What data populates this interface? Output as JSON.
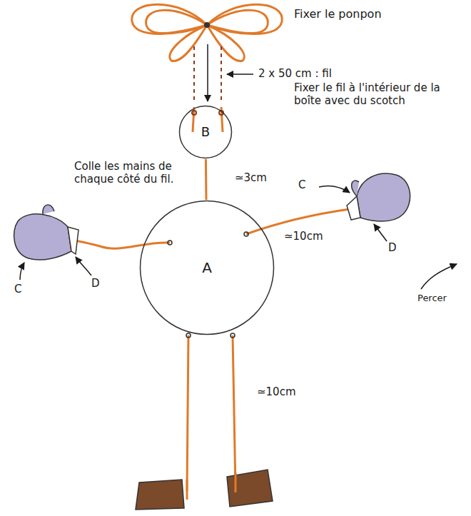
{
  "diagram": {
    "nodes": [
      {
        "text": [
          "B"
        ]
      },
      {
        "text": [
          "A"
        ]
      }
    ],
    "edges": [
      {
        "from": 0,
        "to": 1,
        "arrow": "none",
        "label": "≃3cm"
      }
    ],
    "labels": [
      "Fixer le ponpon",
      "2 x 50 cm : fil",
      "Fixer le fil à l'intérieur de la boîte avec du scotch",
      "Colle les mains de chaque côté du fil.",
      "C",
      "≃10cm",
      "C",
      "D",
      "D",
      "≃10cm",
      "Percer"
    ]
  }
}
